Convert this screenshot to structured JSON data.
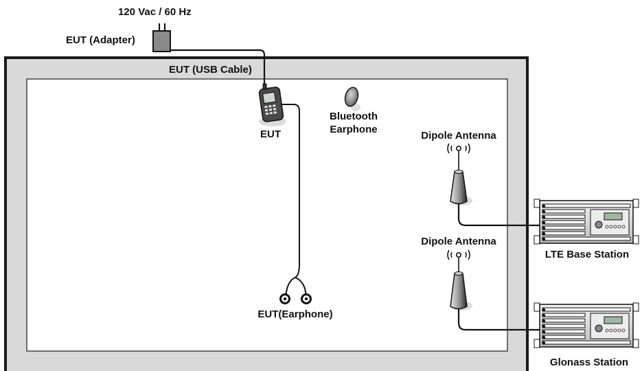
{
  "labels": {
    "power": "120 Vac / 60 Hz",
    "adapter": "EUT (Adapter)",
    "usb_cable": "EUT (USB Cable)",
    "eut": "EUT",
    "bt_line1": "Bluetooth",
    "bt_line2": "Earphone",
    "dipole_top": "Dipole Antenna",
    "dipole_bottom": "Dipole Antenna",
    "lte": "LTE Base Station",
    "glonass": "Glonass Station",
    "earphone": "EUT(Earphone)"
  }
}
